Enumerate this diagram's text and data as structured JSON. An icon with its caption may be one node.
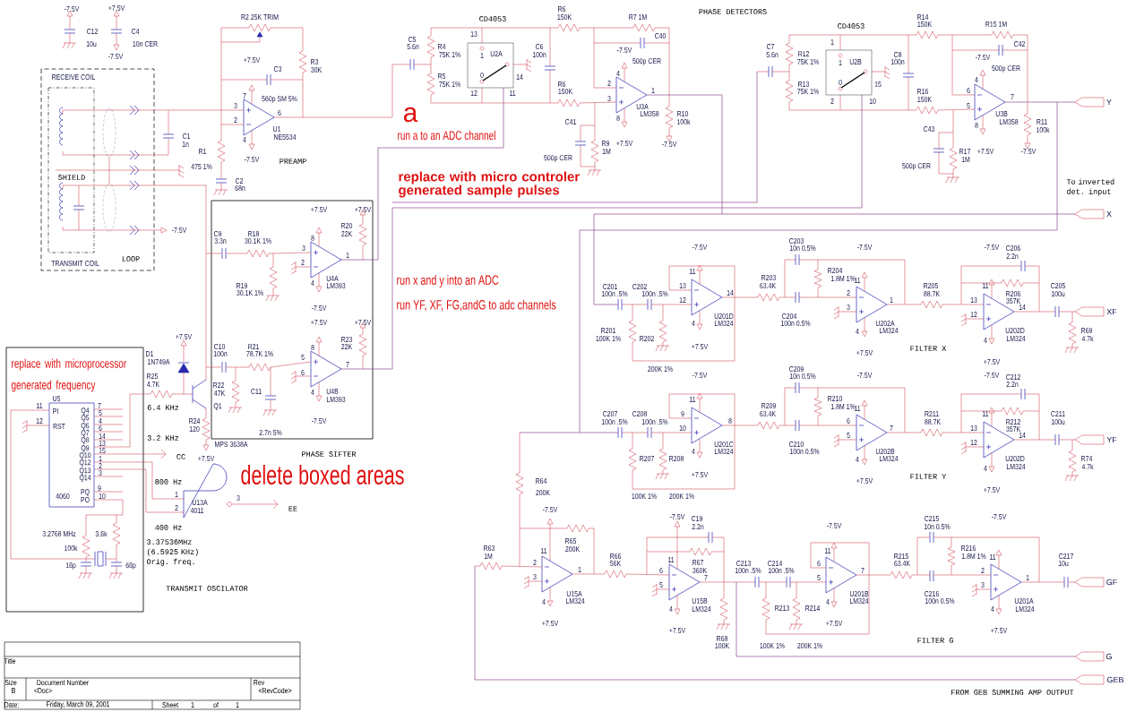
{
  "diagram": {
    "labels": [
      "-7.5V",
      "+7.5V",
      "C12",
      "C4",
      "10u",
      "10n CER",
      "-7.5V",
      "R2 25K TRIM",
      "+7.5V",
      "C3",
      "R3",
      "30K",
      "RECEIVE COIL",
      "7",
      "560p SM 5%",
      "3",
      "6",
      "2",
      "U1",
      "C1",
      "NE5534",
      "1n",
      "R1",
      "4",
      "475 1%",
      "-7.5V",
      "PREAMP",
      "SHIELD",
      "C2",
      "68n",
      "-7.5V",
      "C9",
      "3.3n",
      "R18",
      "30.1K 1%",
      "+7.5V",
      "+7.5V",
      "R20",
      "22K",
      "8",
      "3",
      "TRANSMIT COIL",
      "LOOP",
      "2",
      "1",
      "U4A",
      "LM393",
      "4",
      "R19",
      "30.1K 1%",
      "-7.5V",
      "+7.5V",
      "+7.5V",
      "R23",
      "22K",
      "+7.5V",
      "C10",
      "R21",
      "8",
      "D1",
      "100n",
      "78.7K 1%",
      "1N749A",
      "5",
      "replace with microprocessor generated frequency",
      "7",
      "R25",
      "4.7K",
      "6",
      "R22",
      "47K",
      "C11",
      "U4B",
      "LM393",
      "4",
      "U5",
      "11",
      "7",
      "PI",
      "Q4",
      "6.4 KHz",
      "Q1",
      "5",
      "Q5",
      "12",
      "4",
      "R24",
      "-7.5V",
      "RST",
      "Q6",
      "6",
      "120",
      "Q7",
      "14",
      "2.7n 5%",
      "3.2 KHz",
      "Q8",
      "13",
      "MPS 3638A",
      "Q9",
      "15",
      "PHASE SIFTER",
      "Q10",
      "1",
      "CC",
      "+7.5V",
      "Q12",
      "2",
      "Q13",
      "3",
      "delete boxed areas",
      "Q14",
      "800 Hz",
      "9",
      "4060",
      "PQ",
      "PO",
      "10",
      "1",
      "2",
      "U13A",
      "3",
      "4011",
      "EE",
      "400 Hz",
      "3.2768 MHz",
      "3.6k",
      "3.37536MHz (6.5925 KHz) Orig. freq.",
      "100k",
      "18p",
      "68p",
      "TRANSMIT OSCILATOR",
      "Title",
      "Size",
      "Document Number",
      "Rev",
      "B",
      "<Doc>",
      "<RevCode>",
      "Date:",
      "Friday, March 09, 2001",
      "Sheet",
      "1",
      "of",
      "1",
      "CD4053",
      "R6",
      "150K",
      "R7 1M",
      "PHASE DETECTORS",
      "C5",
      "13",
      "C40",
      "5.6n",
      "R4",
      "75K 1%",
      "1",
      "U2A",
      "C6",
      "100n",
      "-7.5V",
      "500p CER",
      "R5",
      "0",
      "14",
      "4",
      "75K 1%",
      "R6",
      "2",
      "12",
      "11",
      "150K",
      "1",
      "3",
      "a",
      "U3A",
      "C41",
      "8",
      "LM358",
      "R10",
      "100k",
      "run a to an ADC channel",
      "500p CER",
      "R9",
      "1M",
      "+7.5V",
      "-7.5V",
      "replace with micro controler generated sample pulses",
      "CD4053",
      "R14",
      "150K",
      "R15 1M",
      "C7",
      "1",
      "C42",
      "5.6n",
      "R12",
      "75K 1%",
      "1",
      "U2B",
      "C8",
      "100n",
      "-7.5V",
      "500p CER",
      "R13",
      "0",
      "15",
      "4",
      "75K 1%",
      "R16",
      "6",
      "7",
      "2",
      "10",
      "150K",
      "5",
      "Y",
      "U3B",
      "C43",
      "8",
      "LM358",
      "R11",
      "100k",
      "500p CER",
      "R17",
      "1M",
      "+7.5V",
      "-7.5V",
      "To inverted det. input",
      "X",
      "C203",
      "-7.5V",
      "10n 0.5%",
      "-7.5V",
      "-7.5V",
      "C206",
      "2.2n",
      "11",
      "R204",
      "R203",
      "1.8M 1%",
      "11",
      "C201",
      "C202",
      "13",
      "63.4K",
      "R205",
      "11",
      "C205",
      "100n .5%",
      "100n .5%",
      "14",
      "2",
      "88.7K",
      "R206",
      "100u",
      "12",
      "1",
      "13",
      "357K",
      "3",
      "14",
      "XF",
      "U201D",
      "C204",
      "12",
      "4",
      "LM324",
      "100n 0.5%",
      "U202A",
      "R201",
      "4",
      "LM324",
      "U202D",
      "R69",
      "100K 1%",
      "R202",
      "4",
      "LM324",
      "4.7k",
      "+7.5V",
      "FILTER X",
      "+7.5V",
      "run x and y into an ADC",
      "run YF, XF, FG,andG to adc channels",
      "+7.5V",
      "200K 1%",
      "C209",
      "-7.5V",
      "10n 0.5%",
      "-7.5V",
      "-7.5V",
      "C212",
      "2.2n",
      "11",
      "R210",
      "R209",
      "1.8M 1%",
      "11",
      "C207",
      "C208",
      "9",
      "63.4K",
      "R211",
      "11",
      "C211",
      "100n .5%",
      "100n .5%",
      "8",
      "6",
      "88.7K",
      "R212",
      "100u",
      "10",
      "7",
      "13",
      "357K",
      "5",
      "14",
      "YF",
      "U201C",
      "C210",
      "12",
      "4",
      "LM324",
      "100n 0.5%",
      "U202B",
      "R207",
      "R208",
      "4",
      "LM324",
      "U202D",
      "R74",
      "4",
      "LM324",
      "4.7k",
      "+7.5V",
      "FILTER Y",
      "R64",
      "+7.5V",
      "200K",
      "+7.5V",
      "100K 1%",
      "200K 1%",
      "-7.5V",
      "-7.5V",
      "C19",
      "C215",
      "-7.5V",
      "2.2n",
      "-7.5V",
      "10n 0.5%",
      "R65",
      "R63",
      "11",
      "200K",
      "11",
      "R216",
      "1M",
      "R66",
      "11",
      "R215",
      "1.8M 1%",
      "11",
      "C217",
      "2",
      "56K",
      "R67",
      "C213",
      "C214",
      "6",
      "63.4K",
      "10u",
      "1",
      "6",
      "360K",
      "100n .5%",
      "100n .5%",
      "7",
      "2",
      "3",
      "7",
      "5",
      "1",
      "5",
      "3",
      "GF",
      "U15A",
      "U201B",
      "C216",
      "4",
      "LM324",
      "U15B",
      "4",
      "LM324",
      "100n 0.5%",
      "U201A",
      "4",
      "LM324",
      "R213",
      "R214",
      "4",
      "LM324",
      "+7.5V",
      "+7.5V",
      "+7.5V",
      "+7.5V",
      "R68",
      "FILTER G",
      "100K",
      "100K 1%",
      "200K 1%",
      "G",
      "GEB",
      "FROM GEB SUMMING AMP OUTPUT"
    ]
  }
}
